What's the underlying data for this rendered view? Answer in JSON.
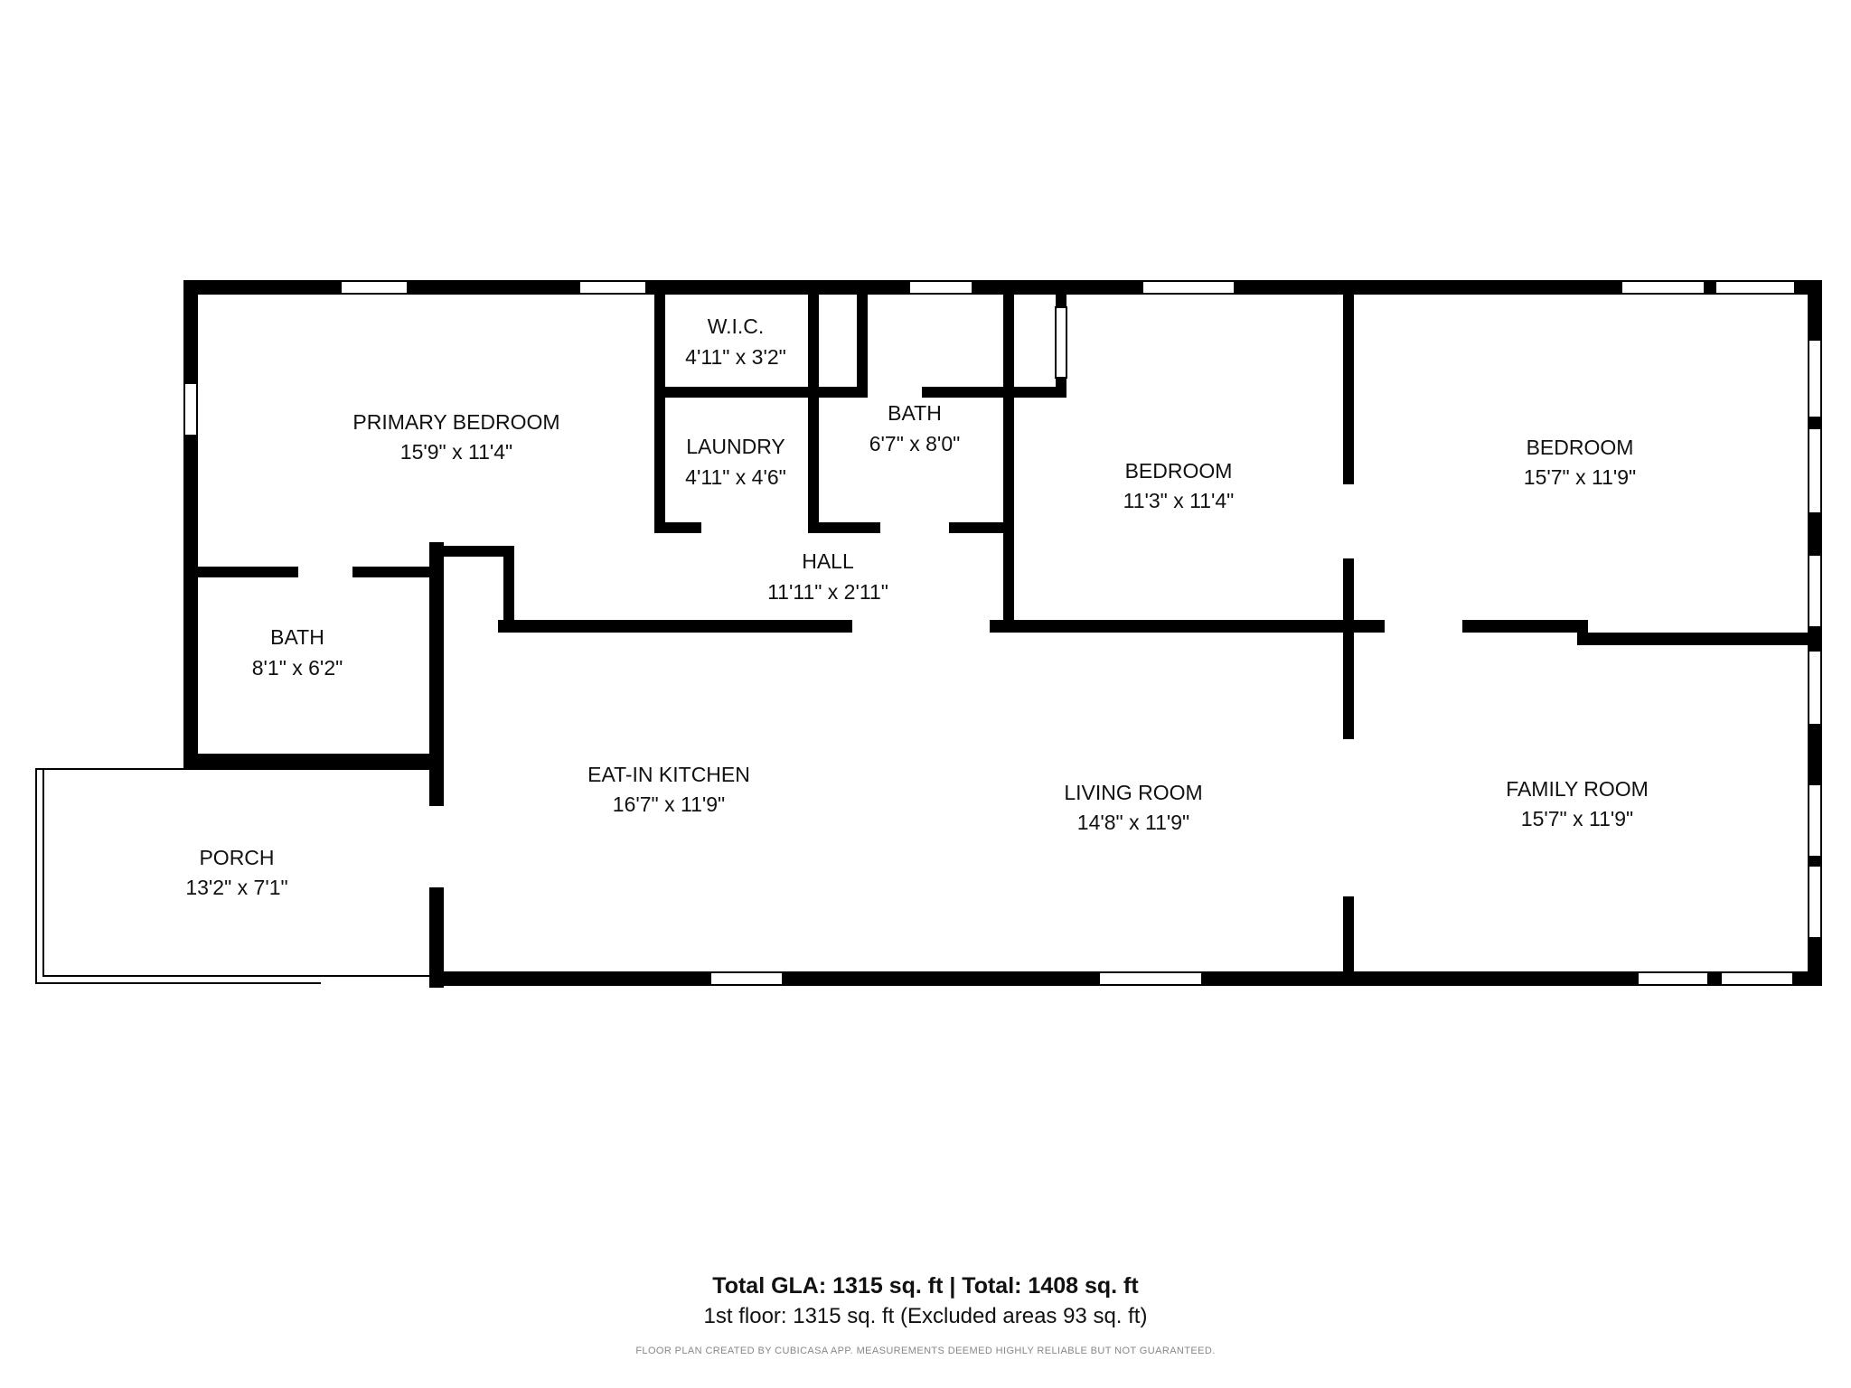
{
  "rooms": {
    "primary_bedroom": {
      "name": "PRIMARY BEDROOM",
      "dims": "15'9\" x 11'4\""
    },
    "wic": {
      "name": "W.I.C.",
      "dims": "4'11\" x 3'2\""
    },
    "laundry": {
      "name": "LAUNDRY",
      "dims": "4'11\" x 4'6\""
    },
    "bath_upper": {
      "name": "BATH",
      "dims": "6'7\" x 8'0\""
    },
    "bedroom_mid": {
      "name": "BEDROOM",
      "dims": "11'3\" x 11'4\""
    },
    "bedroom_right": {
      "name": "BEDROOM",
      "dims": "15'7\" x 11'9\""
    },
    "hall": {
      "name": "HALL",
      "dims": "11'11\" x 2'11\""
    },
    "bath_lower": {
      "name": "BATH",
      "dims": "8'1\" x 6'2\""
    },
    "kitchen": {
      "name": "EAT-IN KITCHEN",
      "dims": "16'7\" x 11'9\""
    },
    "living_room": {
      "name": "LIVING ROOM",
      "dims": "14'8\" x 11'9\""
    },
    "family_room": {
      "name": "FAMILY ROOM",
      "dims": "15'7\" x 11'9\""
    },
    "porch": {
      "name": "PORCH",
      "dims": "13'2\" x 7'1\""
    }
  },
  "footer": {
    "total": "Total GLA: 1315 sq. ft | Total: 1408 sq. ft",
    "floor": "1st floor: 1315 sq. ft (Excluded areas 93 sq. ft)",
    "note": "FLOOR PLAN CREATED BY CUBICASA APP. MEASUREMENTS DEEMED HIGHLY RELIABLE BUT NOT GUARANTEED."
  }
}
